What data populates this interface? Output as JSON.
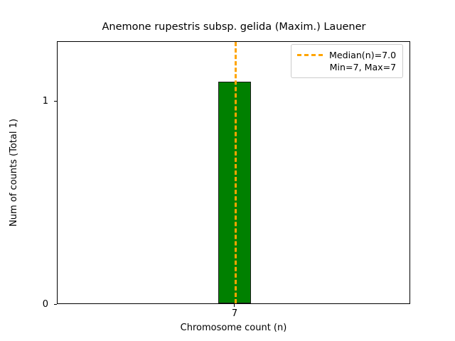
{
  "chart_data": {
    "type": "bar",
    "title": "Anemone rupestris subsp. gelida (Maxim.) Lauener",
    "xlabel": "Chromosome count (n)",
    "ylabel": "Num of counts  (Total 1)",
    "categories": [
      "7"
    ],
    "values": [
      1
    ],
    "xtick_labels": [
      "7"
    ],
    "ytick_labels": [
      "0",
      "1"
    ],
    "ytick_values": [
      0,
      1
    ],
    "ylim": [
      0,
      1.18
    ],
    "grid": false,
    "bar_color": "#008000",
    "bar_edge_color": "#1a1a1a",
    "annotations": [
      {
        "name": "median-line",
        "kind": "vline",
        "x": "7",
        "value": 7.0,
        "color": "#FFA500",
        "style": "dashed"
      }
    ],
    "legend": {
      "position": "upper right",
      "entries": [
        {
          "label": "Median(n)=7.0",
          "color": "#FFA500",
          "style": "dashed"
        },
        {
          "label": "Min=7, Max=7",
          "color": "",
          "style": "none"
        }
      ]
    }
  }
}
